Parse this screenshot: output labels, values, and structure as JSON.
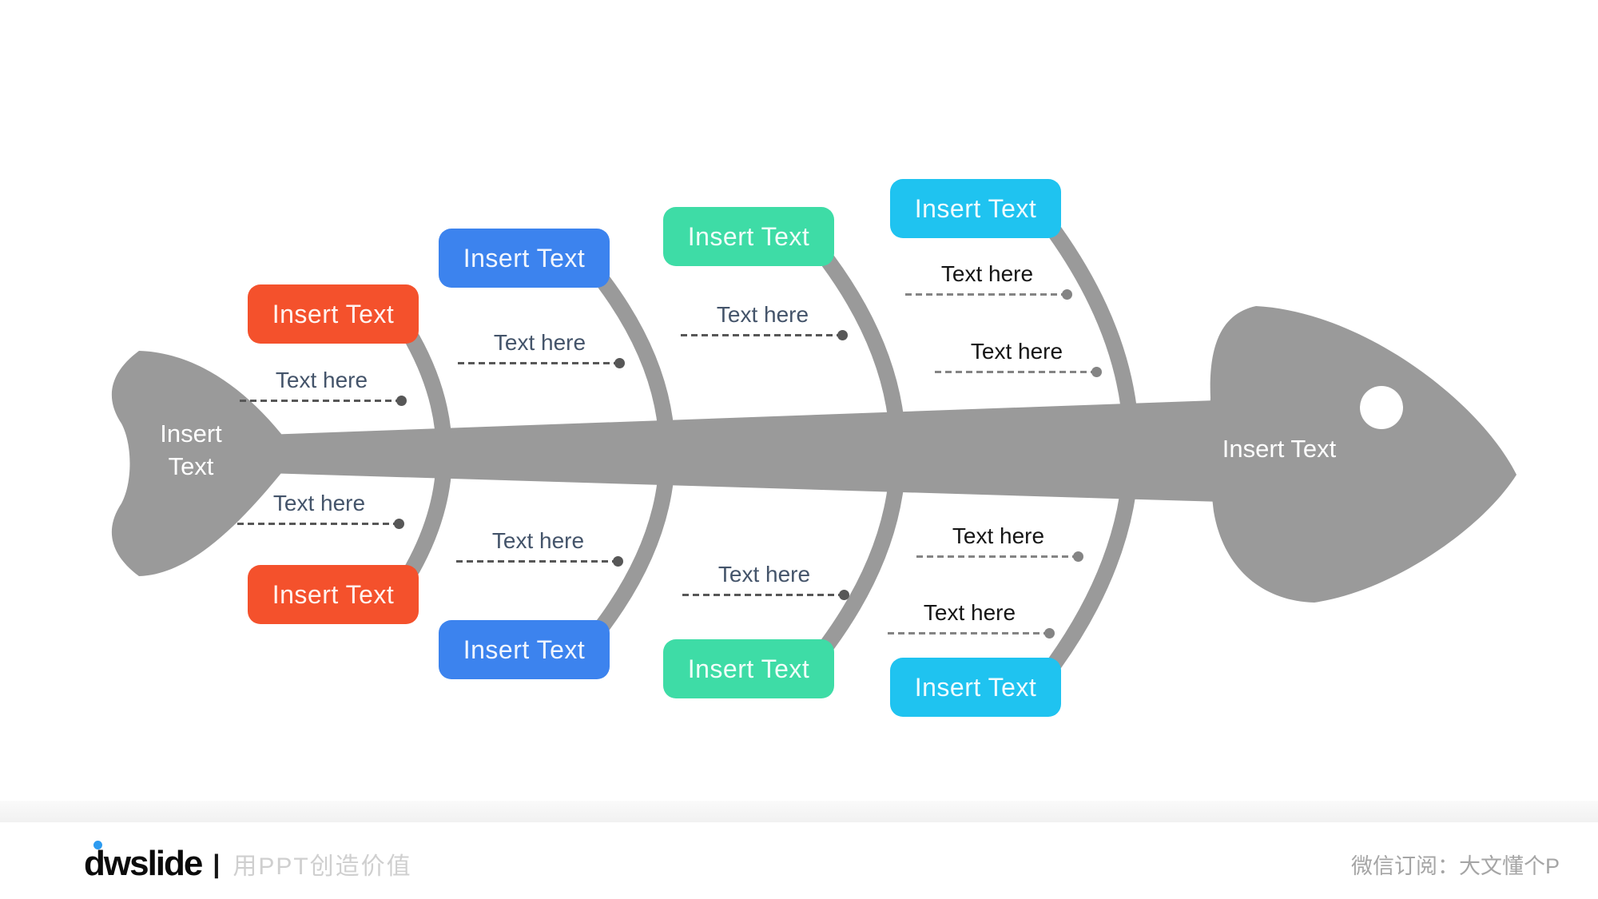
{
  "slide": {
    "background": "#ffffff",
    "diagram": {
      "type": "fishbone",
      "fish_color": "#9a9a9a",
      "tail_label": "Insert\nText",
      "head_label": "Insert Text",
      "boxes": [
        {
          "position": "col1-top",
          "label": "Insert Text",
          "color": "#f4512c"
        },
        {
          "position": "col2-top",
          "label": "Insert Text",
          "color": "#3c83ee"
        },
        {
          "position": "col3-top",
          "label": "Insert Text",
          "color": "#3edca6"
        },
        {
          "position": "col4-top",
          "label": "Insert Text",
          "color": "#1fc3f0"
        },
        {
          "position": "col1-bottom",
          "label": "Insert Text",
          "color": "#f4512c"
        },
        {
          "position": "col2-bottom",
          "label": "Insert Text",
          "color": "#3c83ee"
        },
        {
          "position": "col3-bottom",
          "label": "Insert Text",
          "color": "#3edca6"
        },
        {
          "position": "col4-bottom",
          "label": "Insert Text",
          "color": "#1fc3f0"
        }
      ],
      "text_labels": [
        {
          "position": "col1-top",
          "text": "Text here"
        },
        {
          "position": "col2-top",
          "text": "Text here"
        },
        {
          "position": "col3-top",
          "text": "Text here"
        },
        {
          "position": "col4-top-1",
          "text": "Text here"
        },
        {
          "position": "col4-top-2",
          "text": "Text here"
        },
        {
          "position": "col1-bottom",
          "text": "Text here"
        },
        {
          "position": "col2-bottom",
          "text": "Text here"
        },
        {
          "position": "col3-bottom",
          "text": "Text here"
        },
        {
          "position": "col4-bottom-1",
          "text": "Text here"
        },
        {
          "position": "col4-bottom-2",
          "text": "Text here"
        }
      ],
      "label_colors": {
        "columns_1_to_3": "#44546a",
        "column_4": "#161616"
      }
    },
    "footer": {
      "logo_text": "dwslide",
      "logo_dot_color": "#2d9bf0",
      "separator": "|",
      "tagline": "用PPT创造价值",
      "right_text": "微信订阅：大文懂个P"
    }
  }
}
